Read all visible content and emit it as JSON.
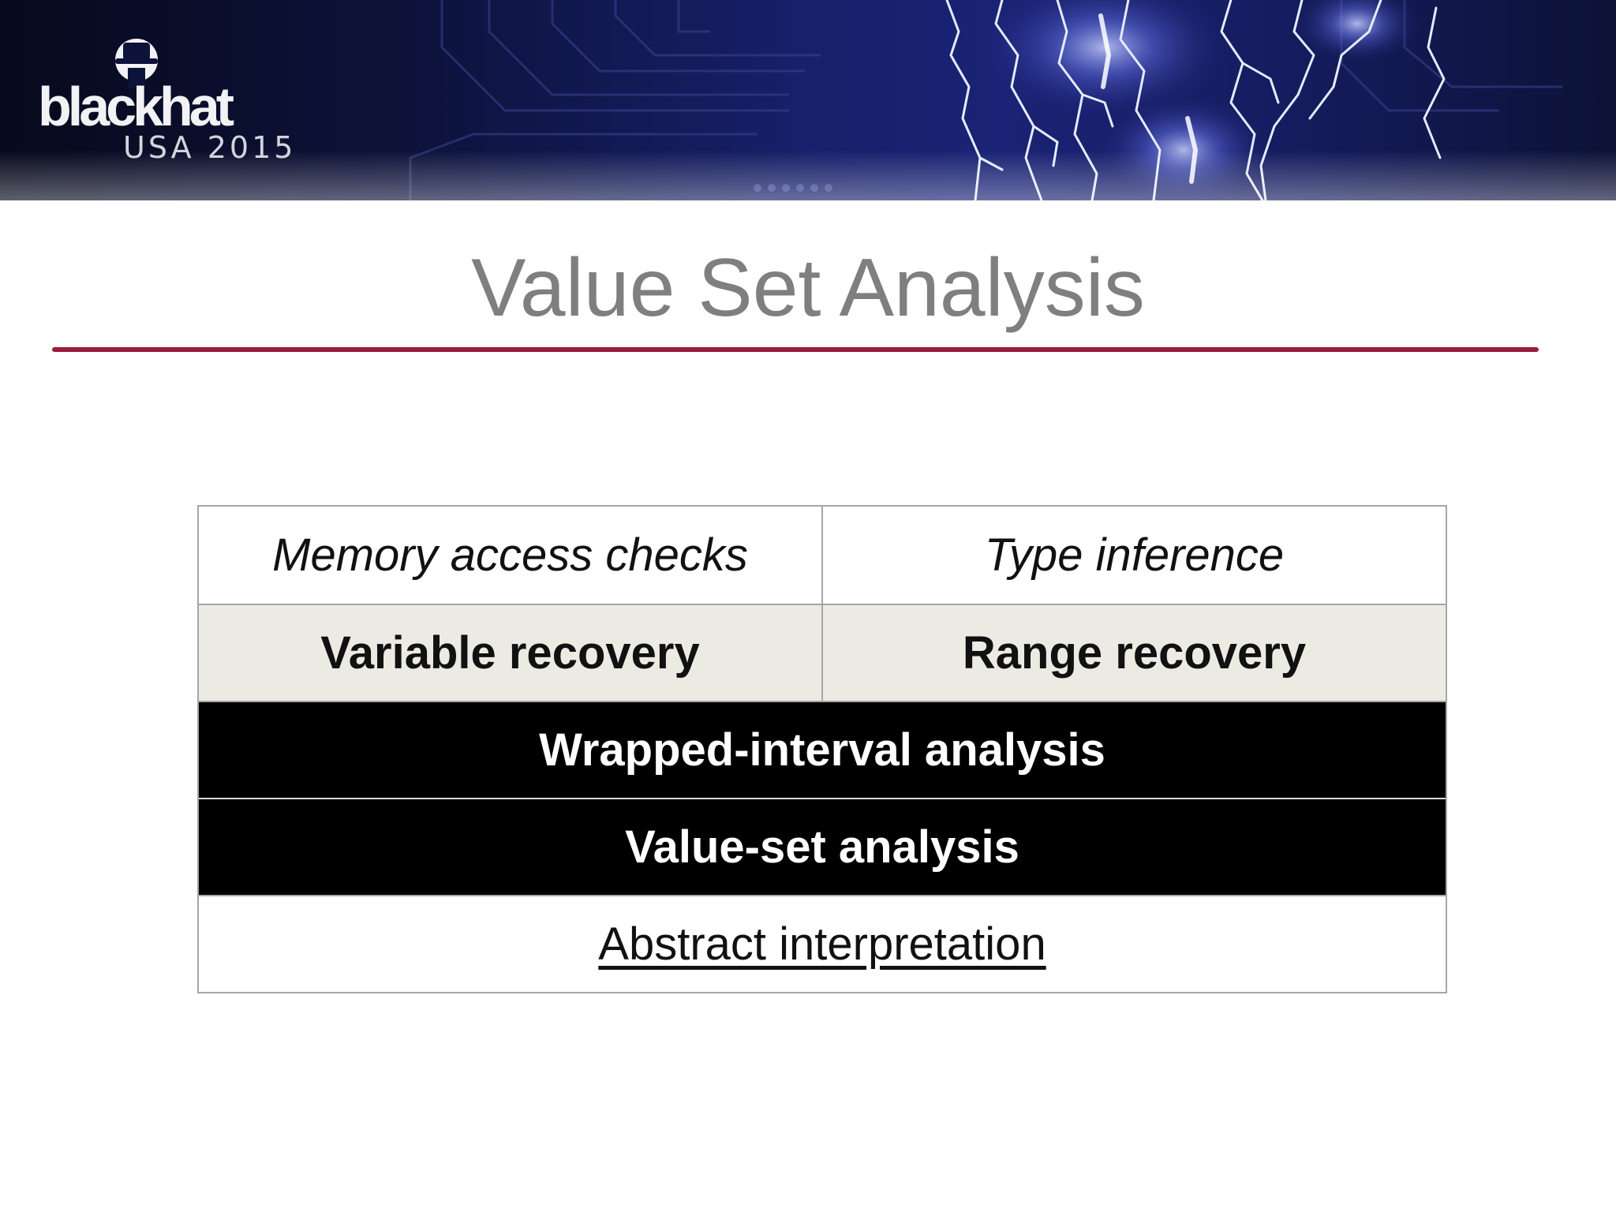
{
  "banner": {
    "logo": {
      "wordmark": "blackhat",
      "subtitle": "USA 2015"
    },
    "colors": {
      "background": "#0d123a",
      "lightning": "#dfe6ff",
      "glow": "#7f8fff"
    }
  },
  "title": "Value Set Analysis",
  "colors": {
    "rule": "#9b1b3c",
    "title": "#7f7f7f",
    "mid_row_fill": "#ecebe3",
    "dark_row_fill": "#000000"
  },
  "diagram": {
    "rows": [
      {
        "style": "italic",
        "cells": [
          "Memory access checks",
          "Type inference"
        ]
      },
      {
        "style": "bold-gray",
        "cells": [
          "Variable recovery",
          "Range recovery"
        ]
      },
      {
        "style": "bold-dark",
        "cells": [
          "Wrapped-interval analysis"
        ]
      },
      {
        "style": "bold-dark",
        "cells": [
          "Value-set analysis"
        ]
      },
      {
        "style": "underlined",
        "cells": [
          "Abstract interpretation"
        ]
      }
    ]
  }
}
